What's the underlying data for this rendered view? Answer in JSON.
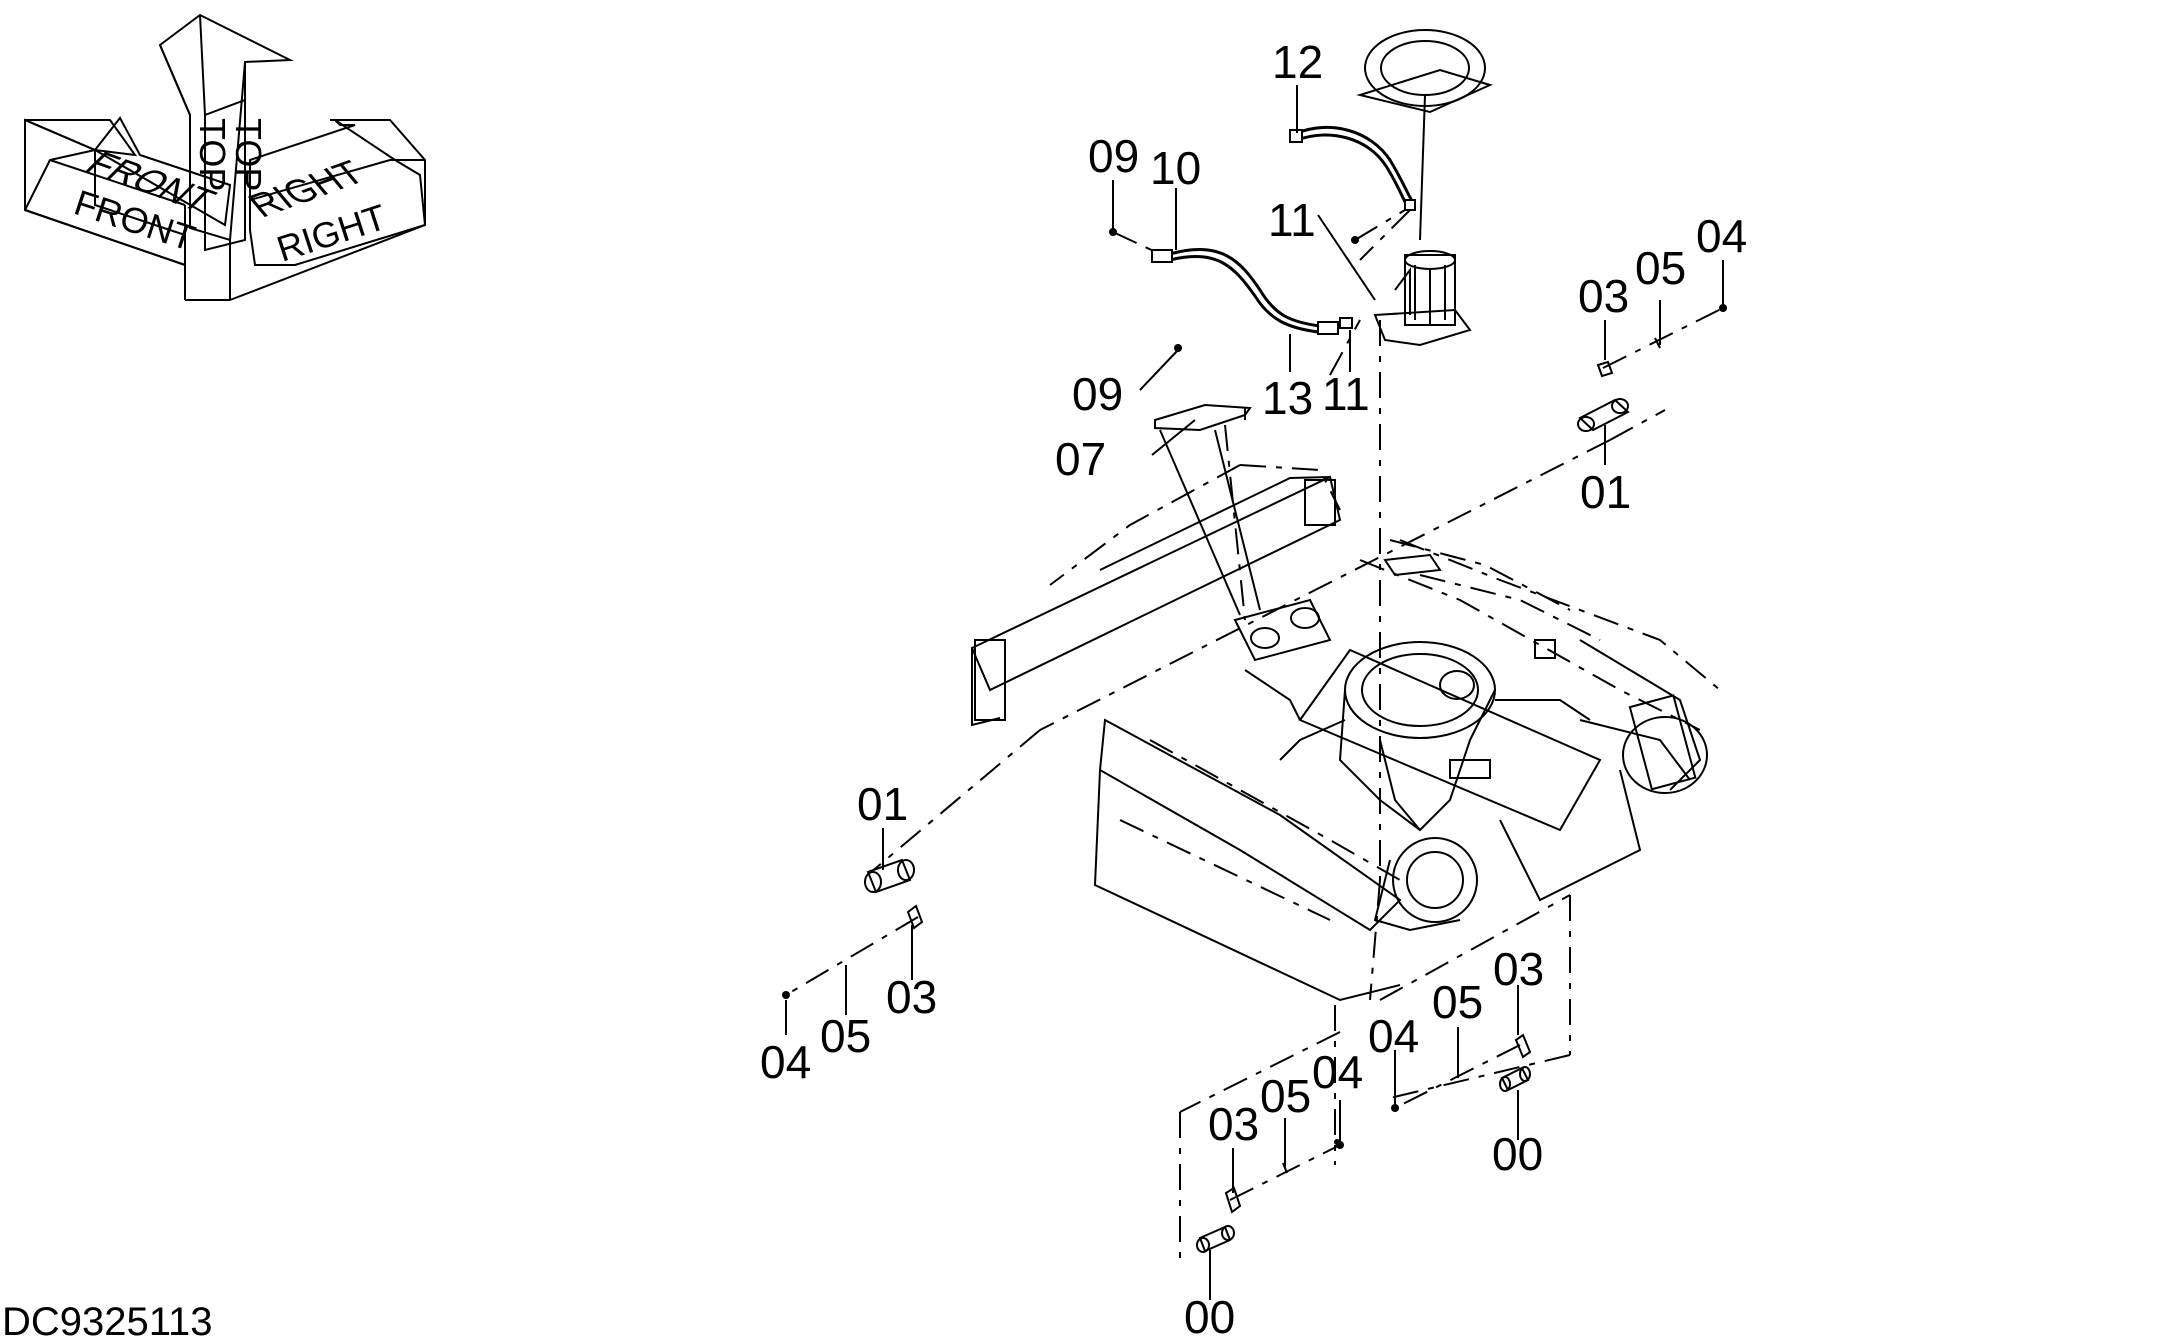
{
  "orientation_indicator": {
    "front_top": "FRONT",
    "front_side": "FRONT",
    "top_left": "TOP",
    "top_right": "TOP",
    "right_top": "RIGHT",
    "right_side": "RIGHT"
  },
  "callouts": {
    "c12": "12",
    "c09_top": "09",
    "c10": "10",
    "c11_upper": "11",
    "c09_mid": "09",
    "c13": "13",
    "c11_lower": "11",
    "c07": "07",
    "c03_right": "03",
    "c05_right": "05",
    "c04_right": "04",
    "c01_right": "01",
    "c01_left": "01",
    "c03_left": "03",
    "c04_left": "04",
    "c05_left": "05",
    "c03_bottom_right": "03",
    "c05_bottom_right": "05",
    "c04_bottom_right": "04",
    "c00_bottom_right": "00",
    "c03_bottom_center": "03",
    "c05_bottom_center": "05",
    "c04_bottom_center": "04",
    "c00_bottom_center": "00"
  },
  "drawing_id": "DC9325113"
}
